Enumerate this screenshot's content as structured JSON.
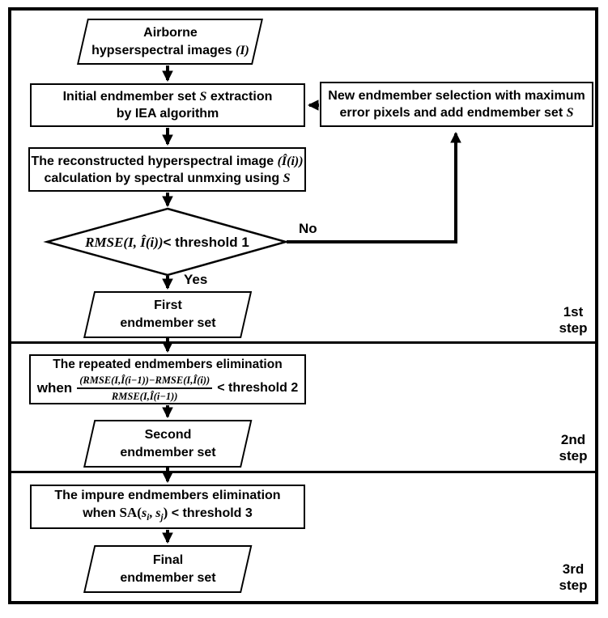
{
  "colors": {
    "ink": "#000000",
    "paper": "#ffffff"
  },
  "nodes": {
    "airborne": {
      "line1": "Airborne",
      "line2_pre": "hypserspectral images ",
      "line2_math": "(I)"
    },
    "initial": {
      "line1_pre": "Initial endmember set ",
      "line1_math": "S",
      "line1_post": " extraction",
      "line2": "by IEA algorithm"
    },
    "new_endmember": {
      "line1": "New endmember selection with maximum",
      "line2_pre": "error pixels and add endmember set ",
      "line2_math": "S"
    },
    "reconstructed": {
      "line1_pre": "The reconstructed hyperspectral image ",
      "line1_math": "(Î(i))",
      "line2_pre": "calculation by spectral unmxing using ",
      "line2_math": "S"
    },
    "decision": {
      "math": "RMSE(I, Î(i))",
      "post": " < threshold 1"
    },
    "first_set": {
      "line1": "First",
      "line2": "endmember set"
    },
    "repeated": {
      "line1": "The repeated endmembers elimination",
      "when": "when",
      "frac_num": "(RMSE(I,Î(i−1))−RMSE(I,Î(i))",
      "frac_den": "RMSE(I,Î(i−1))",
      "post": "< threshold 2"
    },
    "second_set": {
      "line1": "Second",
      "line2": "endmember set"
    },
    "impure": {
      "line1": "The impure endmembers elimination",
      "when": "when ",
      "sa": "SA(",
      "s1": "s",
      "sub1": "i",
      "comma": ", ",
      "s2": "s",
      "sub2": "j",
      "close": ")",
      "post": " < threshold 3"
    },
    "final_set": {
      "line1": "Final",
      "line2": "endmember set"
    }
  },
  "edge_labels": {
    "yes": "Yes",
    "no": "No"
  },
  "steps": [
    {
      "num": "1st",
      "word": "step"
    },
    {
      "num": "2nd",
      "word": "step"
    },
    {
      "num": "3rd",
      "word": "step"
    }
  ]
}
